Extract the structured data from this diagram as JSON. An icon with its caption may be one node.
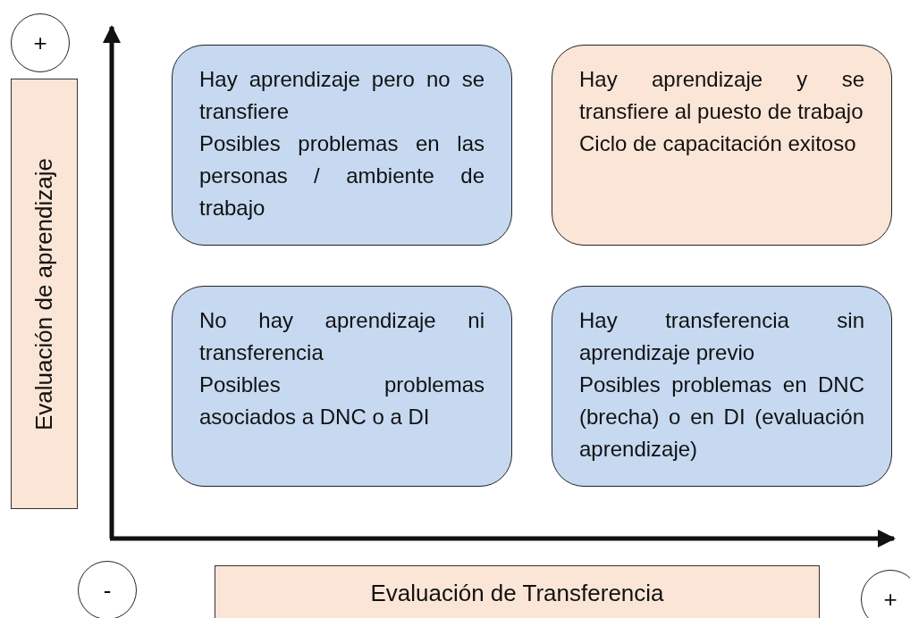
{
  "diagram": {
    "nodes": [
      {
        "text": [
          "+"
        ]
      },
      {
        "text": [
          "Evaluación de aprendizaje"
        ]
      },
      {
        "text": [
          "Hay aprendizaje pero no se transfiere",
          "Posibles problemas en las personas / ambiente de trabajo"
        ]
      },
      {
        "text": [
          "Hay aprendizaje y se transfiere al puesto de trabajo",
          "Ciclo de capacitación exitoso"
        ]
      },
      {
        "text": [
          "No hay aprendizaje ni transferencia",
          "Posibles problemas asociados a DNC o a DI"
        ]
      },
      {
        "text": [
          "Hay transferencia sin aprendizaje previo",
          "Posibles problemas en DNC (brecha) o en DI (evaluación aprendizaje)"
        ]
      },
      {
        "text": [
          "-"
        ]
      },
      {
        "text": [
          "Evaluación de Transferencia"
        ]
      },
      {
        "text": [
          "+"
        ]
      }
    ]
  }
}
